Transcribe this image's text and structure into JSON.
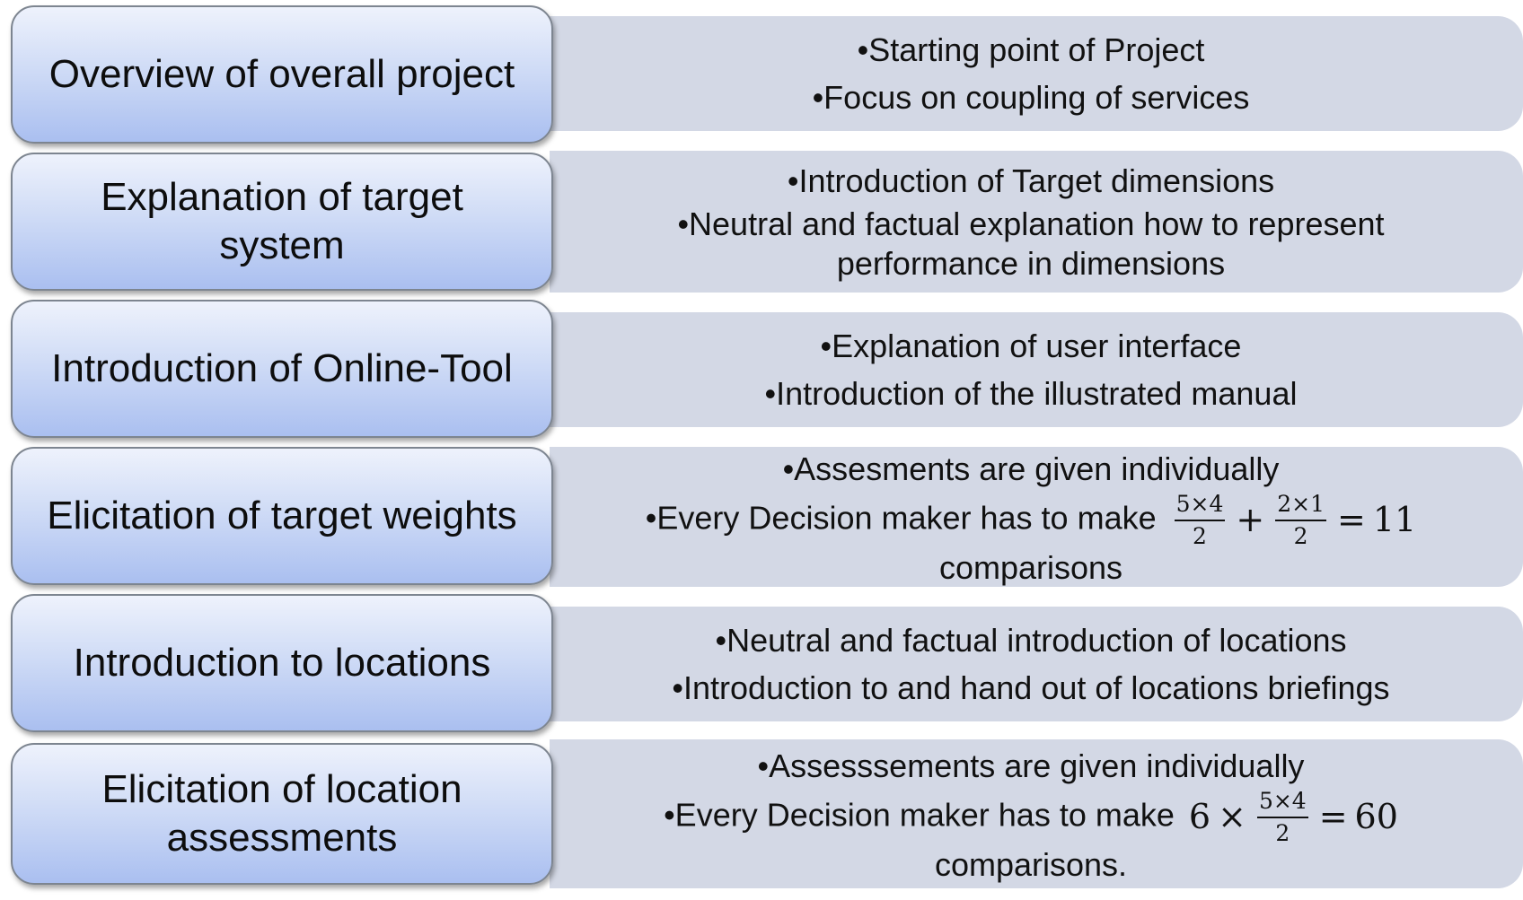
{
  "steps": [
    {
      "label": "Overview of overall project",
      "bullets": [
        "•Starting point of Project",
        "•Focus on coupling of services"
      ]
    },
    {
      "label": "Explanation of target system",
      "bullets": [
        "•Introduction of Target dimensions",
        "•Neutral and factual explanation how to represent performance in dimensions"
      ]
    },
    {
      "label": "Introduction of Online-Tool",
      "bullets": [
        "•Explanation of user interface",
        "•Introduction of the illustrated manual"
      ]
    },
    {
      "label": "Elicitation of target weights",
      "bullets": [
        "•Assesments are given individually"
      ],
      "formula_bullet": {
        "prefix": "•Every Decision maker has to make",
        "frac1_num": "5×4",
        "frac1_den": "2",
        "plus": "+",
        "frac2_num": "2×1",
        "frac2_den": "2",
        "equals": "=",
        "result": "11",
        "suffix": "comparisons"
      }
    },
    {
      "label": "Introduction to locations",
      "bullets": [
        "•Neutral and factual introduction of locations",
        "•Introduction to and hand out of locations briefings"
      ]
    },
    {
      "label": "Elicitation of location assessments",
      "bullets": [
        "•Assesssements are given individually"
      ],
      "formula_bullet": {
        "prefix": "•Every Decision maker has to make",
        "factor": "6",
        "times": "×",
        "frac1_num": "5×4",
        "frac1_den": "2",
        "equals": "=",
        "result": "60",
        "suffix": "comparisons."
      }
    }
  ]
}
